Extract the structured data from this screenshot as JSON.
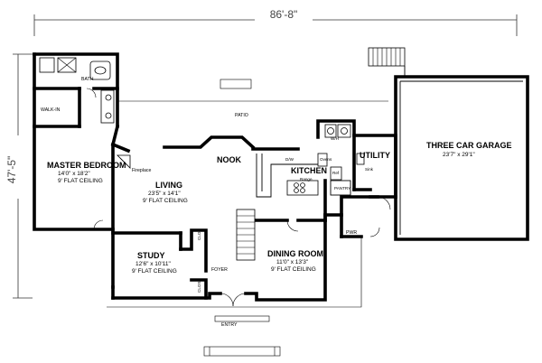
{
  "dimensions": {
    "width": "86'-8\"",
    "depth": "47'-5\""
  },
  "rooms": {
    "bath": "BATH",
    "walkin": "WALK-IN",
    "master": {
      "name": "MASTER BEDROOM",
      "size": "14'0\" x 18'2\"",
      "ceiling": "9' FLAT CEILING"
    },
    "living": {
      "name": "LIVING",
      "size": "23'5\" x 14'1\"",
      "ceiling": "9' FLAT CEILING"
    },
    "patio": "PATIO",
    "nook": "NOOK",
    "kitchen": "KITCHEN",
    "utility": "UTILITY",
    "garage": {
      "name": "THREE CAR GARAGE",
      "size": "23'7\" x 29'1\""
    },
    "study": {
      "name": "STUDY",
      "size": "12'6\" x 10'11\"",
      "ceiling": "9' FLAT CEILING"
    },
    "dining": {
      "name": "DINING ROOM",
      "size": "11'0\" x 13'3\"",
      "ceiling": "9' FLAT CEILING"
    },
    "foyer": "FOYER",
    "entry": "ENTRY",
    "pwr": "PWR"
  },
  "labels": {
    "fireplace": "Fireplace",
    "range": "Range",
    "ovens": "Ovens",
    "ref": "Ref",
    "pantry": "PANTRY",
    "sink": "Sink",
    "wh": "W/H",
    "dw": "D/W",
    "clos": "CLOS",
    "clos2": "CLOS"
  }
}
